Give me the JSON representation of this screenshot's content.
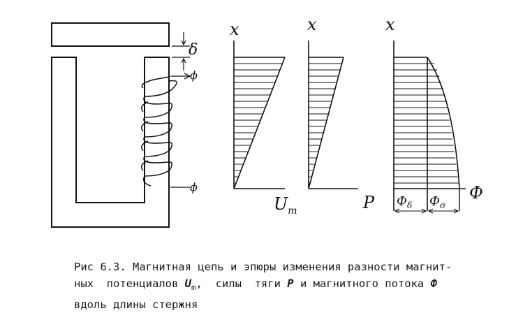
{
  "figure": {
    "gap_label": "δ",
    "flux_label": "ϕ",
    "charts": [
      {
        "y_label": "x",
        "x_label": "U",
        "x_label_sub": "m"
      },
      {
        "y_label": "x",
        "x_label": "P"
      },
      {
        "y_label": "x",
        "x_label": "Ф",
        "seg1_label": "Ф",
        "seg1_sub": "δ",
        "seg2_label": "Ф",
        "seg2_sub": "σ"
      }
    ]
  },
  "caption": {
    "line1": "Рис 6.3. Магнитная цепь и эпюры изменения разности магнит-",
    "line2_a": "ных  потенциалов ",
    "sym_um": "U",
    "sym_um_sub": "m",
    "line2_b": ",  силы  тяги ",
    "sym_p": "P",
    "line2_c": " и магнитного потока ",
    "sym_phi": "Ф",
    "line3": "вдоль длины стержня"
  }
}
